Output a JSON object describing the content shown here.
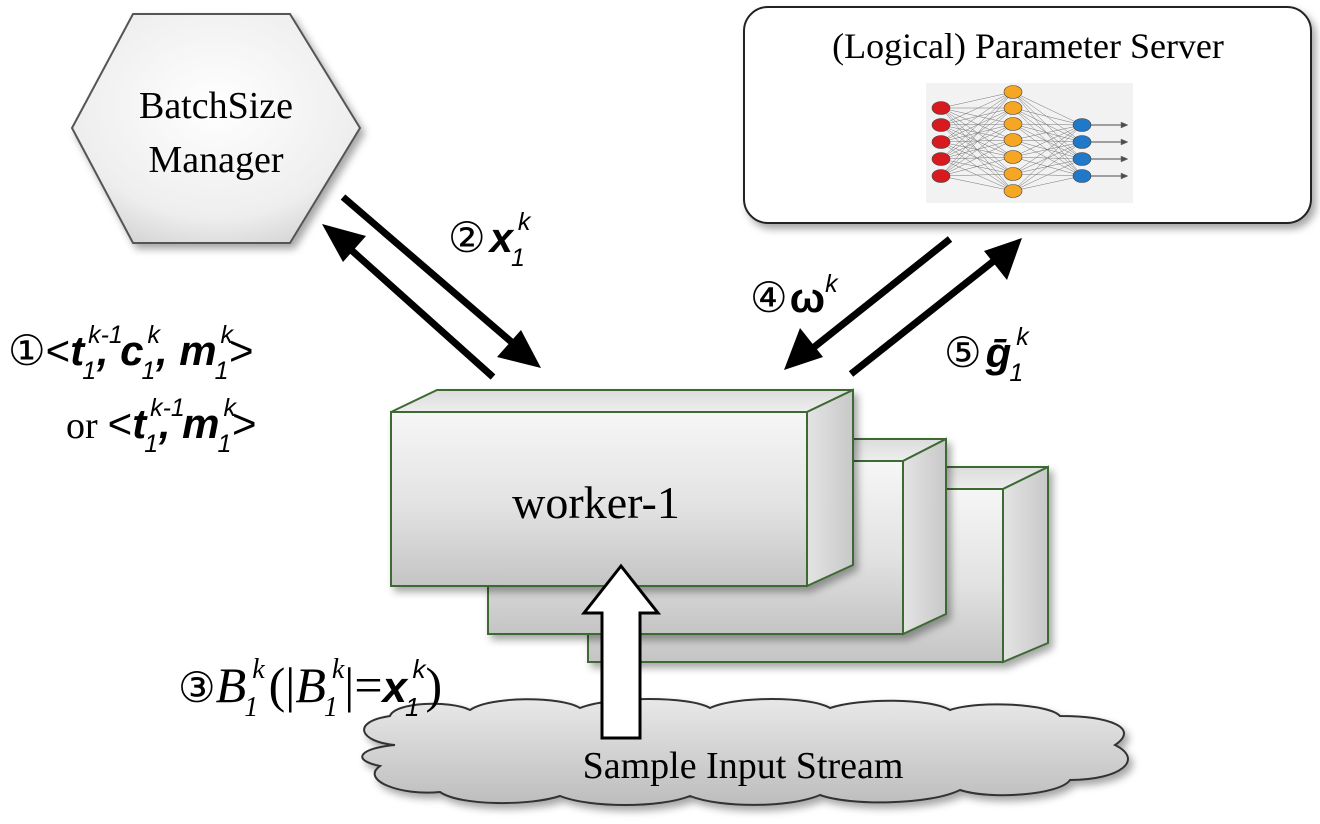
{
  "batch_manager": {
    "line1": "BatchSize",
    "line2": "Manager"
  },
  "param_server": {
    "title": "(Logical) Parameter Server"
  },
  "worker": {
    "label": "worker-1"
  },
  "stream": {
    "label": "Sample Input Stream"
  },
  "step1": {
    "num": "①",
    "lt": "<",
    "t": "t",
    "t_sub": "1",
    "t_sup": "k-1",
    "sep1": ", ",
    "c": "c",
    "c_sub": "1",
    "c_sup": "k",
    "sep2": ", ",
    "m": "m",
    "m_sub": "1",
    "m_sup": "k",
    "gt": ">",
    "or": "or",
    "lt2": "<",
    "sep3": ", ",
    "gt2": ">"
  },
  "step2": {
    "num": "②",
    "x": "x",
    "x_sub": "1",
    "x_sup": "k"
  },
  "step3": {
    "num": "③",
    "B": "B",
    "B_sub": "1",
    "B_sup": "k",
    "lpar": "(",
    "bar1": "|",
    "bar2": "|",
    "eq": "=",
    "rpar": ")"
  },
  "step4": {
    "num": "④",
    "omega": "ω",
    "sup": "k"
  },
  "step5": {
    "num": "⑤",
    "g": "ḡ",
    "sub": "1",
    "sup": "k"
  },
  "nn": {
    "input_color": "#d71920",
    "hidden_color": "#f5a623",
    "output_color": "#1f78c8"
  }
}
